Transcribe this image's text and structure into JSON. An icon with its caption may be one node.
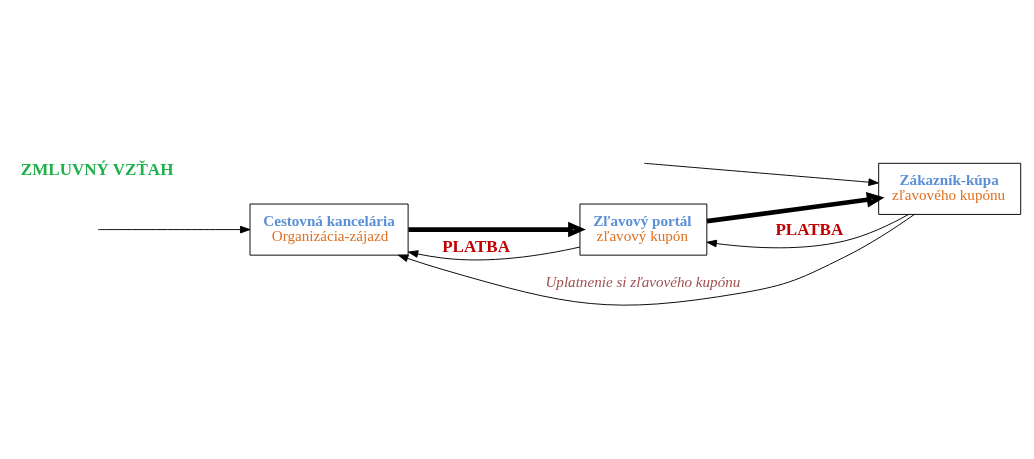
{
  "diagram": {
    "nodes": [
      {
        "text": [
          "Cestovná kancelária",
          "Organizácia-zájazd"
        ]
      },
      {
        "text": [
          "Zľavový portál",
          "zľavový kupón"
        ]
      },
      {
        "text": [
          "Zákazník-kúpa",
          "zľavového kupónu"
        ]
      }
    ],
    "edges": [
      {
        "from": 0,
        "to": 1,
        "arrow": "to",
        "style": "thick"
      },
      {
        "from": 1,
        "to": 2,
        "arrow": "to",
        "style": "thick"
      },
      {
        "from": 1,
        "to": 0,
        "arrow": "to",
        "label": "PLATBA"
      },
      {
        "from": 2,
        "to": 1,
        "arrow": "to",
        "label": "PLATBA"
      },
      {
        "from": 2,
        "to": 0,
        "arrow": "to",
        "label": "Uplatnenie si zľavového kupónu"
      },
      {
        "from": null,
        "to": 0,
        "arrow": "to"
      },
      {
        "from": null,
        "to": 2,
        "arrow": "to"
      }
    ],
    "labels": [
      "ZMLUVNÝ VZŤAH"
    ]
  }
}
